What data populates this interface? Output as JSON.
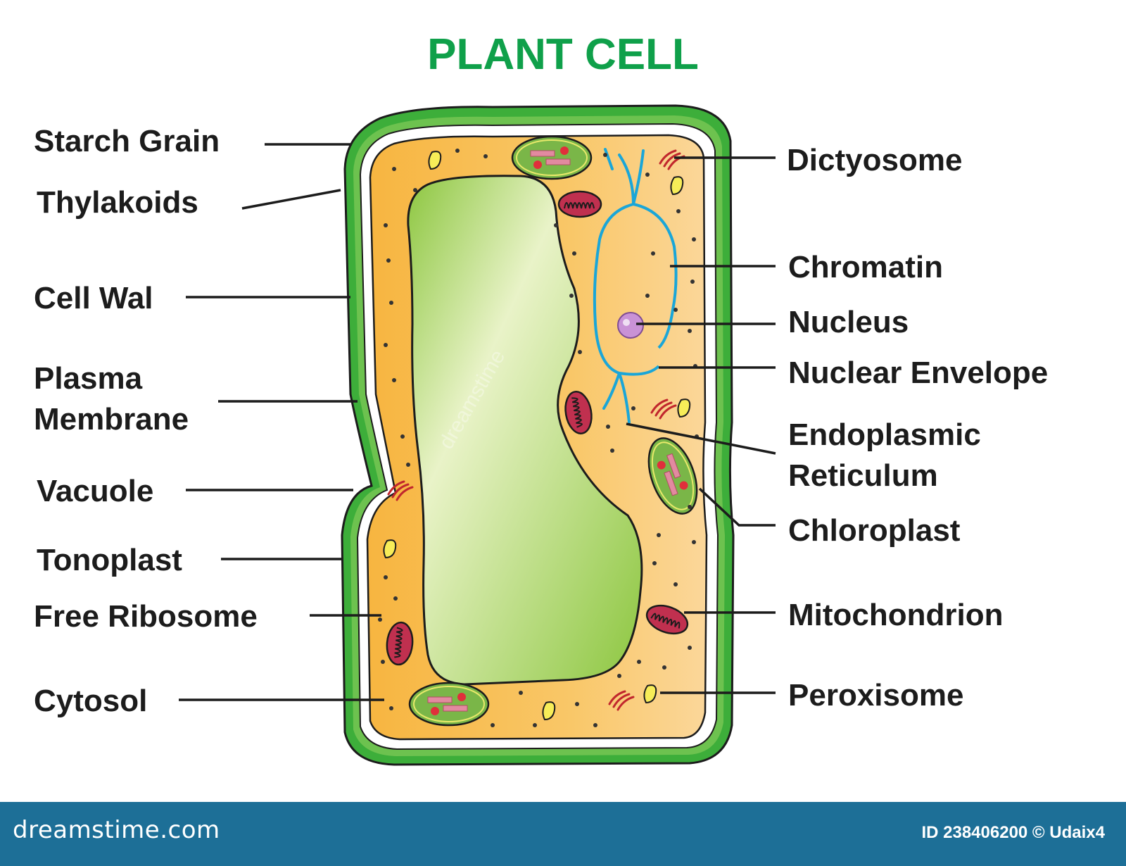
{
  "title": "PLANT CELL",
  "colors": {
    "title": "#0fa04a",
    "cell_wall": "#3dae3a",
    "cytoplasm": "#f7b948",
    "vacuole": "#a9d15a",
    "footer": "#1d6f97"
  },
  "labels_left": [
    "Starch Grain",
    "Thylakoids",
    "Cell Wal",
    "Plasma",
    "Membrane",
    "Vacuole",
    "Tonoplast",
    "Free Ribosome",
    "Cytosol"
  ],
  "labels_right": [
    "Dictyosome",
    "Chromatin",
    "Nucleus",
    "Nuclear Envelope",
    "Endoplasmic",
    "Reticulum",
    "Chloroplast",
    "Mitochondrion",
    "Peroxisome"
  ],
  "footer": {
    "brand": "dreamstime.com",
    "credit": "ID 238406200 © Udaix4"
  }
}
